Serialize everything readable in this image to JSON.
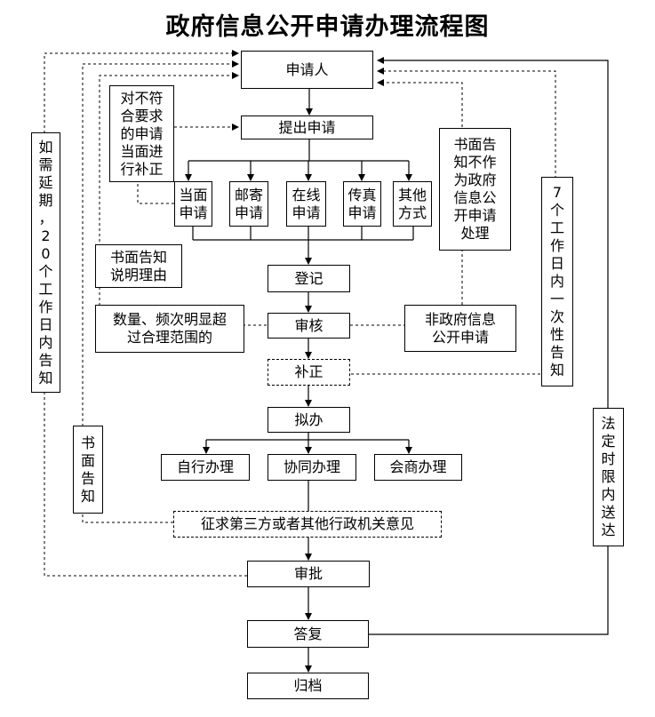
{
  "title": "政府信息公开申请办理流程图",
  "nodes": {
    "applicant": "申请人",
    "submit": "提出申请",
    "in_person": "当面\n申请",
    "mail": "邮寄\n申请",
    "online": "在线\n申请",
    "fax": "传真\n申请",
    "other": "其他\n方式",
    "register": "登记",
    "review": "审核",
    "correction": "补正",
    "draft": "拟办",
    "self_handle": "自行办理",
    "joint_handle": "协同办理",
    "consult_handle": "会商办理",
    "solicit": "征求第三方或者其他行政机关意见",
    "approve": "审批",
    "reply": "答复",
    "archive": "归档"
  },
  "notes": {
    "nonconforming": "对不符\n合要求\n的申请\n当面进\n行补正",
    "written_reason": "书面告知\n说明理由",
    "excessive": "数量、频次明显超\n过合理范围的",
    "not_as_request": "书面告\n知不作\n为政府\n信息公\n开申请\n处理",
    "non_gov_info": "非政府信息\n公开申请",
    "extension": "如\n需\n延\n期\n，\n2\n0\n个\n工\n作\n日\n内\n告\n知",
    "seven_days": "7\n个\n工\n作\n日\n内\n一\n次\n性\n告\n知",
    "written_notice": "书\n面\n告\n知",
    "legal_time": "法\n定\n时\n限\n内\n送\n达"
  }
}
